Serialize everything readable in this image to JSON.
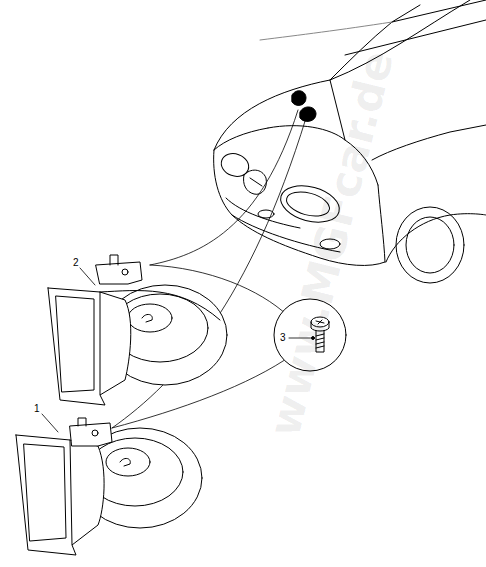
{
  "diagram": {
    "labels": [
      "2",
      "3",
      "1",
      "www.MGFcar.de"
    ]
  }
}
